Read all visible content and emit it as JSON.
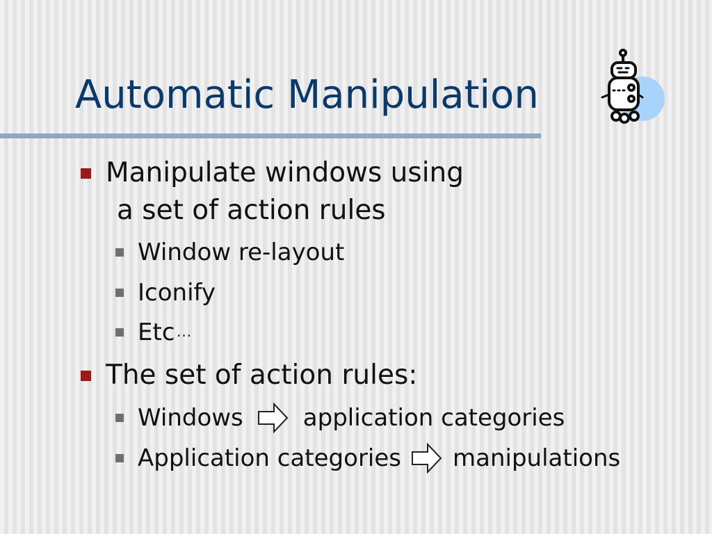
{
  "slide": {
    "title": "Automatic Manipulation",
    "bullets": [
      {
        "line1": "Manipulate windows using",
        "line2": "a set of action rules",
        "subs": [
          "Window re-layout",
          "Iconify",
          "Etc",
          "…"
        ]
      },
      {
        "line1": "The set of action rules:",
        "subs": [
          {
            "from": "Windows",
            "to": "application categories"
          },
          {
            "from": "Application categories",
            "to": "manipulations"
          }
        ]
      }
    ]
  },
  "colors": {
    "title": "#0a3a6b",
    "rule": "#90a7c1",
    "bullet_main": "#a01818",
    "bullet_sub": "#6f6f6f",
    "robot_circle": "#a8d4fb"
  },
  "icons": {
    "robot": "robot-clipart-icon",
    "arrow": "right-arrow-icon"
  }
}
